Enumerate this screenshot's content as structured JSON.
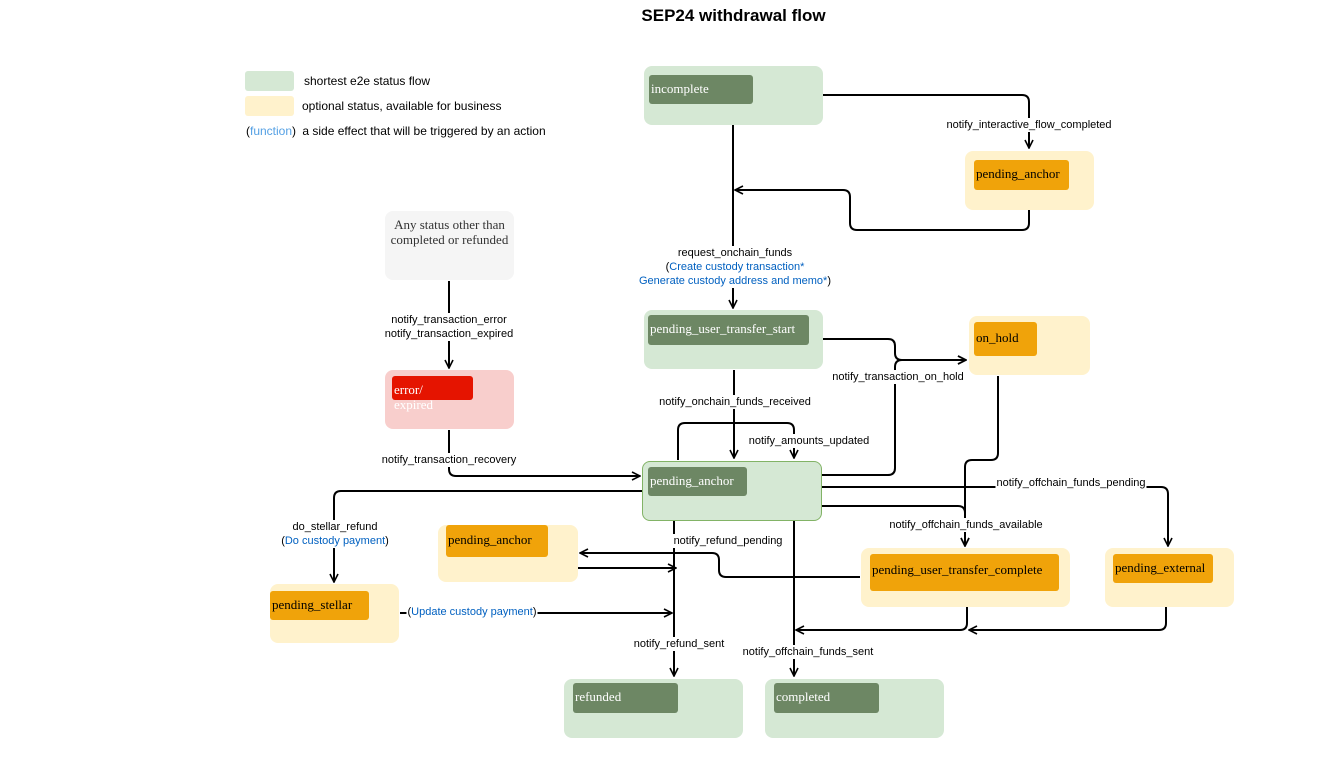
{
  "title": "SEP24 withdrawal flow",
  "legend": {
    "shortest_label": "shortest e2e status flow",
    "optional_label": "optional status, available for business",
    "function_open": "(",
    "function_word": "function",
    "function_close": ")",
    "function_desc": "a side effect that will be triggered by an action"
  },
  "nodes": {
    "incomplete": "incomplete",
    "pending_anchor_top": "pending_anchor",
    "any_status": "Any status other than completed or refunded",
    "error_line1": "error/",
    "error_line2": "expired",
    "pending_user_transfer_start": "pending_user_transfer_start",
    "on_hold": "on_hold",
    "pending_anchor_main": "pending_anchor",
    "pending_anchor_refund": "pending_anchor",
    "pending_stellar": "pending_stellar",
    "pending_user_transfer_complete": "pending_user_transfer_complete",
    "pending_external": "pending_external",
    "refunded": "refunded",
    "completed": "completed"
  },
  "edges": {
    "notify_interactive_flow_completed": "notify_interactive_flow_completed",
    "request_onchain_funds": "request_onchain_funds",
    "create_custody_transaction": "Create custody transaction*",
    "generate_custody_address": "Generate custody address and memo*",
    "notify_transaction_error": "notify_transaction_error",
    "notify_transaction_expired": "notify_transaction_expired",
    "notify_transaction_on_hold": "notify_transaction_on_hold",
    "notify_onchain_funds_received": "notify_onchain_funds_received",
    "notify_amounts_updated": "notify_amounts_updated",
    "notify_transaction_recovery": "notify_transaction_recovery",
    "notify_offchain_funds_pending": "notify_offchain_funds_pending",
    "do_stellar_refund": "do_stellar_refund",
    "do_custody_payment": "Do custody payment",
    "notify_refund_pending": "notify_refund_pending",
    "notify_offchain_funds_available": "notify_offchain_funds_available",
    "update_custody_payment": "Update custody payment",
    "notify_refund_sent": "notify_refund_sent",
    "notify_offchain_funds_sent": "notify_offchain_funds_sent",
    "paren_open": "(",
    "paren_close": ")"
  },
  "colors": {
    "green_fill": "#d5e8d4",
    "green_chip": "#6d8764",
    "yellow_fill": "#fff2cc",
    "orange_chip": "#f0a30a",
    "red_fill": "#f8cecc",
    "red_chip": "#e51400",
    "gray_fill": "#f5f5f5",
    "function_text": "#0060c0"
  }
}
